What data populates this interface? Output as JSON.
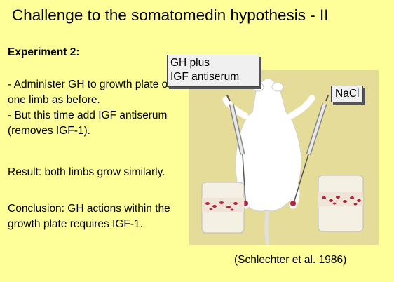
{
  "slide": {
    "title": "Challenge to the somatomedin hypothesis - II",
    "experiment_heading": "Experiment 2:",
    "bullets": [
      "- Administer GH to growth plate of one limb as before.",
      "- But this time add IGF antiserum (removes IGF-1)."
    ],
    "result": "Result: both limbs grow similarly.",
    "conclusion": "Conclusion: GH actions within the growth plate requires IGF-1.",
    "citation": "(Schlechter et al. 1986)"
  },
  "figure": {
    "label_left_line1": "GH plus",
    "label_left_line2": "IGF antiserum",
    "label_right": "NaCl"
  },
  "colors": {
    "background": "#ffff99",
    "figure_background": "#e6dc9a",
    "label_box": "#f0f0f0"
  }
}
